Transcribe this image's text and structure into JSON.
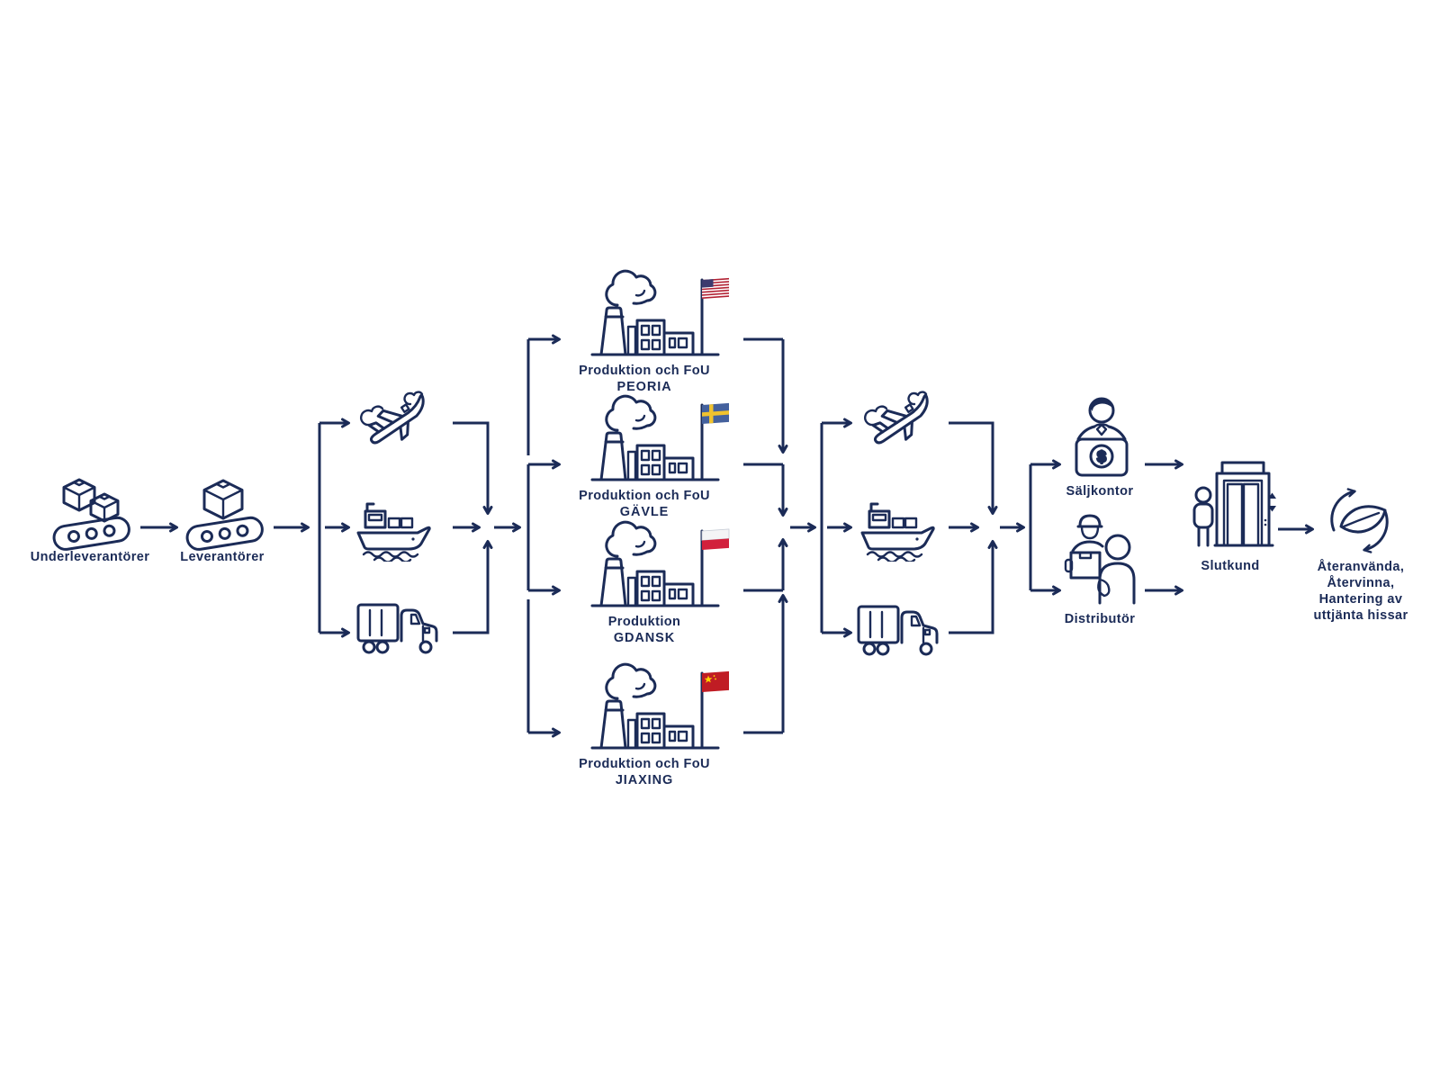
{
  "diagram": {
    "colors": {
      "line": "#1b2b57",
      "flag_us_red": "#b22234",
      "flag_us_blue": "#3c3b6e",
      "flag_se_blue": "#44619d",
      "flag_se_yellow": "#f0c22e",
      "flag_pl_white": "#f4f4f6",
      "flag_pl_red": "#d2203c",
      "flag_cn_red": "#c01c24",
      "flag_cn_yellow": "#ffd400"
    },
    "nodes": {
      "subsuppliers": {
        "label": "Underleverantörer"
      },
      "suppliers": {
        "label": "Leverantörer"
      },
      "transport_first": {
        "modes": [
          "plane",
          "ship",
          "truck"
        ]
      },
      "factories": [
        {
          "line1": "Produktion och FoU",
          "line2": "PEORIA",
          "flag": "USA"
        },
        {
          "line1": "Produktion och FoU",
          "line2": "GÄVLE",
          "flag": "Sweden"
        },
        {
          "line1": "Produktion",
          "line2": "GDANSK",
          "flag": "Poland"
        },
        {
          "line1": "Produktion och FoU",
          "line2": "JIAXING",
          "flag": "China"
        }
      ],
      "transport_second": {
        "modes": [
          "plane",
          "ship",
          "truck"
        ]
      },
      "sales_office": {
        "label": "Säljkontor",
        "dollar_glyph": "$"
      },
      "distributor": {
        "label": "Distributör"
      },
      "end_customer": {
        "label": "Slutkund"
      },
      "end_of_life": {
        "lines": [
          "Återanvända,",
          "Återvinna,",
          "Hantering av",
          "uttjänta hissar"
        ]
      }
    }
  }
}
